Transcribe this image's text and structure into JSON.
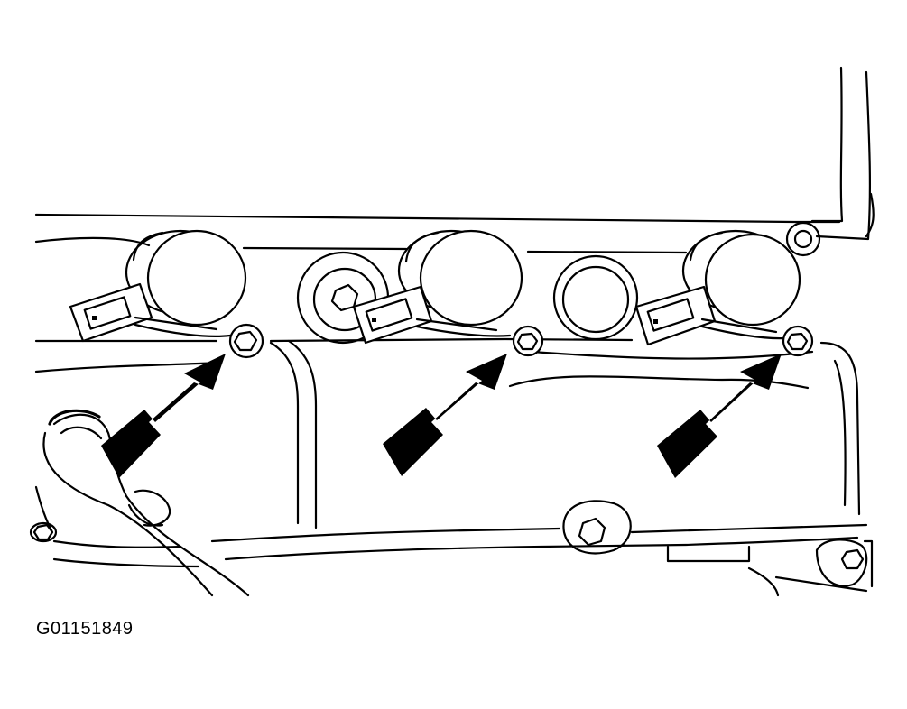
{
  "figure": {
    "caption_id": "G01151849",
    "components": {
      "ignition_coils": 3,
      "coil_bolts_indicated": 3,
      "arrows": 3
    },
    "icons": [
      "arrow-icon",
      "bolt-icon",
      "ignition-coil-icon",
      "hose-icon"
    ]
  }
}
